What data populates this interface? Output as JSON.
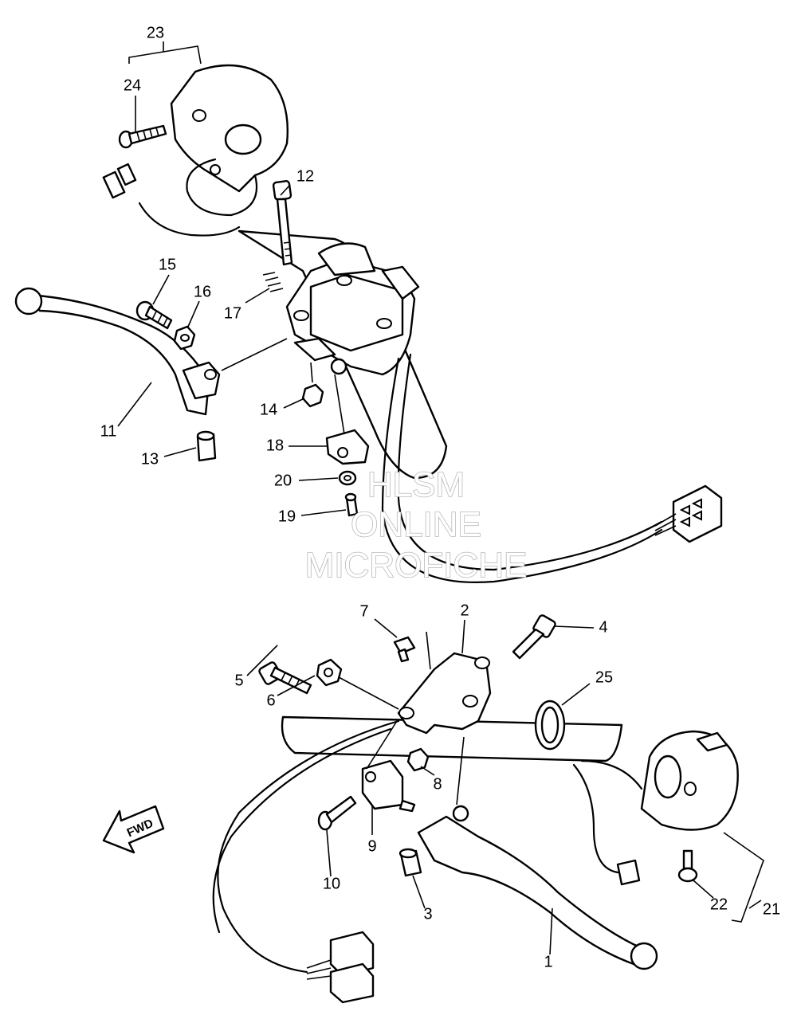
{
  "callouts": [
    {
      "id": "c1",
      "text": "1"
    },
    {
      "id": "c2",
      "text": "2"
    },
    {
      "id": "c3",
      "text": "3"
    },
    {
      "id": "c4",
      "text": "4"
    },
    {
      "id": "c5",
      "text": "5"
    },
    {
      "id": "c6",
      "text": "6"
    },
    {
      "id": "c7",
      "text": "7"
    },
    {
      "id": "c8",
      "text": "8"
    },
    {
      "id": "c9",
      "text": "9"
    },
    {
      "id": "c10",
      "text": "10"
    },
    {
      "id": "c11",
      "text": "11"
    },
    {
      "id": "c12",
      "text": "12"
    },
    {
      "id": "c13",
      "text": "13"
    },
    {
      "id": "c14",
      "text": "14"
    },
    {
      "id": "c15",
      "text": "15"
    },
    {
      "id": "c16",
      "text": "16"
    },
    {
      "id": "c17",
      "text": "17"
    },
    {
      "id": "c18",
      "text": "18"
    },
    {
      "id": "c19",
      "text": "19"
    },
    {
      "id": "c20",
      "text": "20"
    },
    {
      "id": "c21",
      "text": "21"
    },
    {
      "id": "c22",
      "text": "22"
    },
    {
      "id": "c23",
      "text": "23"
    },
    {
      "id": "c24",
      "text": "24"
    },
    {
      "id": "c25",
      "text": "25"
    }
  ],
  "direction_marker": "FWD",
  "watermark": {
    "line1": "HLSM",
    "line2": "ONLINE",
    "line3": "MICROFICHE"
  }
}
